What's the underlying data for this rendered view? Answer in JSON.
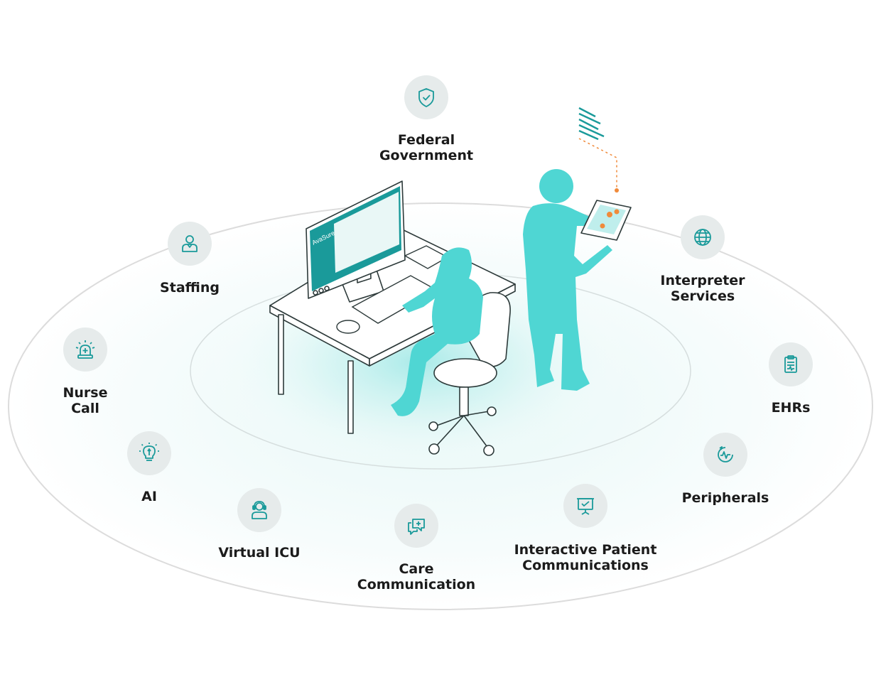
{
  "diagram": {
    "accent_color": "#1a9a9a",
    "figure_color": "#4fd6d3",
    "screen_brand": "AvaSure",
    "nodes": [
      {
        "key": "federal",
        "label": "Federal\nGovernment",
        "icon": "shield-check-icon"
      },
      {
        "key": "staffing",
        "label": "Staffing",
        "icon": "person-icon"
      },
      {
        "key": "interpreter",
        "label": "Interpreter\nServices",
        "icon": "globe-icon"
      },
      {
        "key": "nurse_call",
        "label": "Nurse\nCall",
        "icon": "alarm-light-icon"
      },
      {
        "key": "ehrs",
        "label": "EHRs",
        "icon": "clipboard-icon"
      },
      {
        "key": "ai",
        "label": "AI",
        "icon": "lightbulb-icon"
      },
      {
        "key": "peripherals",
        "label": "Peripherals",
        "icon": "refresh-pulse-icon"
      },
      {
        "key": "virtual_icu",
        "label": "Virtual ICU",
        "icon": "headset-person-icon"
      },
      {
        "key": "care_comm",
        "label": "Care\nCommunication",
        "icon": "chat-plus-icon"
      },
      {
        "key": "ipc",
        "label": "Interactive Patient\nCommunications",
        "icon": "presentation-board-icon"
      }
    ]
  }
}
